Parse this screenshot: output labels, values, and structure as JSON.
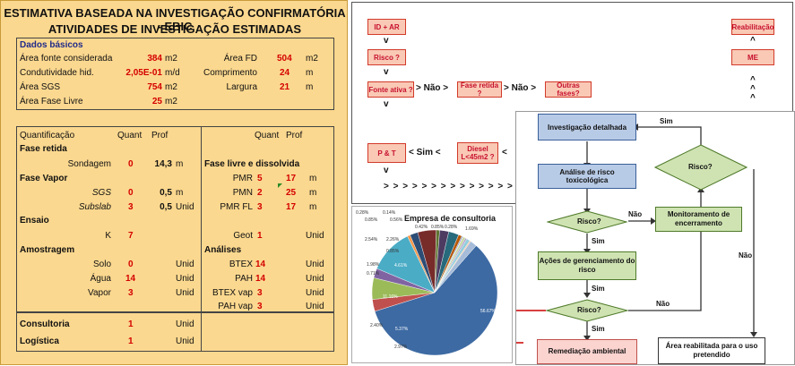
{
  "title_line1": "ESTIMATIVA BASEADA NA INVESTIGAÇÃO CONFIRMATÓRIA - EBIC",
  "title_line2": "ATIVIDADES DE INVESTIGAÇÃO ESTIMADAS",
  "basic": {
    "heading": "Dados básicos",
    "r1_label": "Área fonte considerada",
    "r1_value": "384",
    "r1_unit": "m2",
    "r1b_label": "Área FD",
    "r1b_value": "504",
    "r1b_unit": "m2",
    "r2_label": "Condutividade hid.",
    "r2_value": "2,05E-01",
    "r2_unit": "m/d",
    "r2b_label": "Comprimento",
    "r2b_value": "24",
    "r2b_unit": "m",
    "r3_label": "Área SGS",
    "r3_value": "754",
    "r3_unit": "m2",
    "r3b_label": "Largura",
    "r3b_value": "21",
    "r3b_unit": "m",
    "r4_label": "Área Fase Livre",
    "r4_value": "25",
    "r4_unit": "m2"
  },
  "quant": {
    "h_quant": "Quantificação",
    "h_q": "Quant",
    "h_prof": "Prof",
    "h2_q": "Quant",
    "h2_prof": "Prof",
    "fase_retida": "Fase retida",
    "sondagem": "Sondagem",
    "sondagem_q": "0",
    "sondagem_p": "14,3",
    "sondagem_u": "m",
    "fase_vapor": "Fase Vapor",
    "sgs": "SGS",
    "sgs_q": "0",
    "sgs_p": "0,5",
    "sgs_u": "m",
    "subslab": "Subslab",
    "subslab_q": "3",
    "subslab_p": "0,5",
    "subslab_u": "Unid",
    "ensaio": "Ensaio",
    "k": "K",
    "k_q": "7",
    "amostragem": "Amostragem",
    "solo": "Solo",
    "solo_q": "0",
    "solo_u": "Unid",
    "agua": "Água",
    "agua_q": "14",
    "agua_u": "Unid",
    "vapor": "Vapor",
    "vapor_q": "3",
    "vapor_u": "Unid",
    "fase_livre": "Fase livre e dissolvida",
    "pmr": "PMR",
    "pmr_q": "5",
    "pmr_p": "17",
    "pmr_u": "m",
    "pmn": "PMN",
    "pmn_q": "2",
    "pmn_p": "25",
    "pmn_u": "m",
    "pmrfl": "PMR FL",
    "pmrfl_q": "3",
    "pmrfl_p": "17",
    "pmrfl_u": "m",
    "geot": "Geot",
    "geot_q": "1",
    "geot_u": "Unid",
    "analises": "Análises",
    "btex": "BTEX",
    "btex_q": "14",
    "btex_u": "Unid",
    "pah": "PAH",
    "pah_q": "14",
    "pah_u": "Unid",
    "btexvap": "BTEX vap",
    "btexvap_q": "3",
    "btexvap_u": "Unid",
    "pahvap": "PAH vap",
    "pahvap_q": "3",
    "pahvap_u": "Unid"
  },
  "extra": {
    "consultoria": "Consultoria",
    "consultoria_q": "1",
    "consultoria_u": "Unid",
    "logistica": "Logística",
    "logistica_q": "1",
    "logistica_u": "Unid"
  },
  "flow_top": {
    "idar": "ID + AR",
    "risco": "Risco ?",
    "fonte": "Fonte ativa ?",
    "nao1": "> Não >",
    "fase": "Fase retida ?",
    "nao2": "> Não >",
    "outras": "Outras fases?",
    "reab": "Reabilitação",
    "me": "ME",
    "pt": "P & T",
    "sim": "< Sim <",
    "diesel": "Diesel\nL<45m2 ?",
    "arrows_row": "> > > > > > > > > > > > > > > > > >",
    "down": "v",
    "up": "^",
    "lt": "<"
  },
  "pie": {
    "title": "Empresa de consultoria",
    "labels": [
      "0.28%",
      "0.14%",
      "0.56%",
      "0.42%",
      "0.85%",
      "0.28%",
      "0.85%",
      "1.69%",
      "2.54%",
      "2.26%",
      "0.85%",
      "4.61%",
      "1.98%",
      "0.71%",
      "11.16%",
      "2.40%",
      "5.37%",
      "2.97%",
      "56.67%"
    ]
  },
  "flow_bottom": {
    "inv": "Investigação detalhada",
    "analise": "Análise de risco toxicológica",
    "risco1": "Risco?",
    "acoes": "Ações de gerenciamento do risco",
    "risco2": "Risco?",
    "remed": "Remediação ambiental",
    "monit": "Monitoramento de encerramento",
    "risco3": "Risco?",
    "area": "Área reabilitada para o uso pretendido",
    "sim": "Sim",
    "nao": "Não"
  },
  "chart_data": {
    "type": "pie",
    "title": "Empresa de consultoria",
    "values": [
      56.67,
      2.97,
      5.37,
      2.4,
      11.16,
      0.71,
      1.98,
      4.61,
      0.85,
      2.26,
      2.54,
      0.85,
      0.28,
      0.14,
      0.56,
      0.42,
      0.85,
      0.28,
      1.69
    ],
    "colors": [
      "#3d6aa3",
      "#c0504d",
      "#9bbb59",
      "#8064a2",
      "#4bacc6",
      "#f79646",
      "#2c4d75",
      "#772c2a",
      "#5f7530",
      "#4d3b62",
      "#276a7c",
      "#b65708",
      "#729aca",
      "#d99694",
      "#c3d69b",
      "#b3a2c7",
      "#93cddd",
      "#fac090",
      "#a6bcd9"
    ]
  }
}
